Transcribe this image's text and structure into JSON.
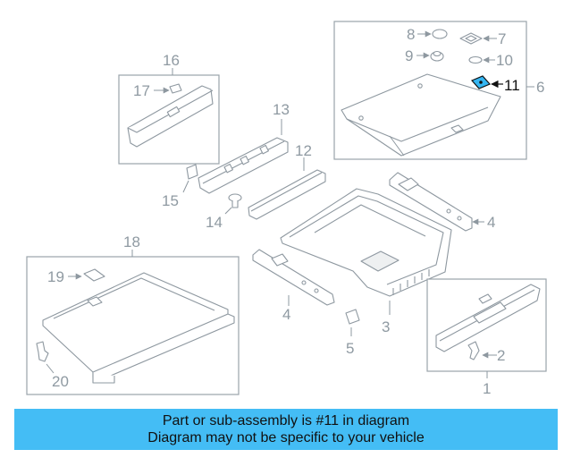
{
  "diagram": {
    "callouts": [
      "1",
      "2",
      "3",
      "4",
      "4",
      "5",
      "6",
      "7",
      "8",
      "9",
      "10",
      "11",
      "12",
      "13",
      "14",
      "15",
      "16",
      "17",
      "18",
      "19",
      "20"
    ],
    "highlighted_part": "11"
  },
  "banner": {
    "line1": "Part or sub-assembly is #11 in diagram",
    "line2": "Diagram may not be specific to your vehicle",
    "color": "#44bdf5"
  },
  "colors": {
    "linework": "#8e98a0",
    "highlight": "#35b6f2"
  }
}
